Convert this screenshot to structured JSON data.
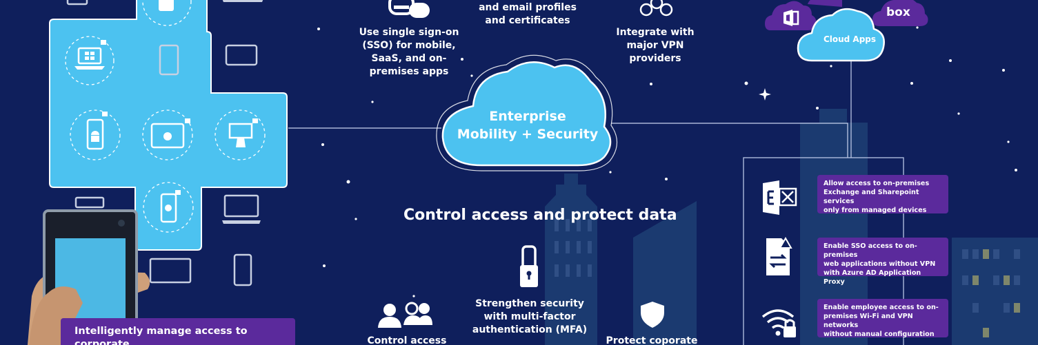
{
  "colors": {
    "background": "#0f1f5c",
    "cyan": "#4cc2f0",
    "purple": "#5b2a9c",
    "building": "#1e3d74",
    "white": "#ffffff"
  },
  "top_features": [
    {
      "icon": "sso-key-icon",
      "text": "Use single sign-on\n(SSO) for mobile,\nSaaS, and on-\npremises apps"
    },
    {
      "icon": "profiles-icon",
      "text": "and email profiles\nand certificates"
    },
    {
      "icon": "vpn-icon",
      "text": "Integrate with\nmajor VPN\nproviders"
    }
  ],
  "center_cloud": {
    "label": "Enterprise\nMobility + Security"
  },
  "cloud_apps": {
    "label": "Cloud Apps",
    "logos": [
      "office-logo-icon",
      "box-logo-icon"
    ],
    "box_text": "box"
  },
  "section_heading": "Control access and protect data",
  "bottom_features": [
    {
      "icon": "users-icon",
      "text": "Control access"
    },
    {
      "icon": "mfa-lock-icon",
      "text": "Strengthen security\nwith multi-factor\nauthentication (MFA)"
    },
    {
      "icon": "shield-icon",
      "text": "Protect coporate"
    }
  ],
  "on_prem_services": [
    {
      "icon": "exchange-icon",
      "text": "Allow access to on-premises\nExchange and Sharepoint services\nonly from managed devices"
    },
    {
      "icon": "app-proxy-icon",
      "text": "Enable SSO access to on-premises\nweb applications without VPN\nwith Azure AD Application Proxy"
    },
    {
      "icon": "wifi-lock-icon",
      "text": "Enable employee access to on-\npremises Wi-Fi and VPN networks\nwithout manual configuration"
    }
  ],
  "bottom_banner": {
    "text": "Intelligently manage access to corporate\ndata based on device compliance"
  },
  "device_panel": {
    "managed_devices": [
      "windows-laptop-icon",
      "android-phone-icon",
      "ios-tablet-icon",
      "desktop-monitor-icon",
      "ios-phone-icon"
    ]
  }
}
